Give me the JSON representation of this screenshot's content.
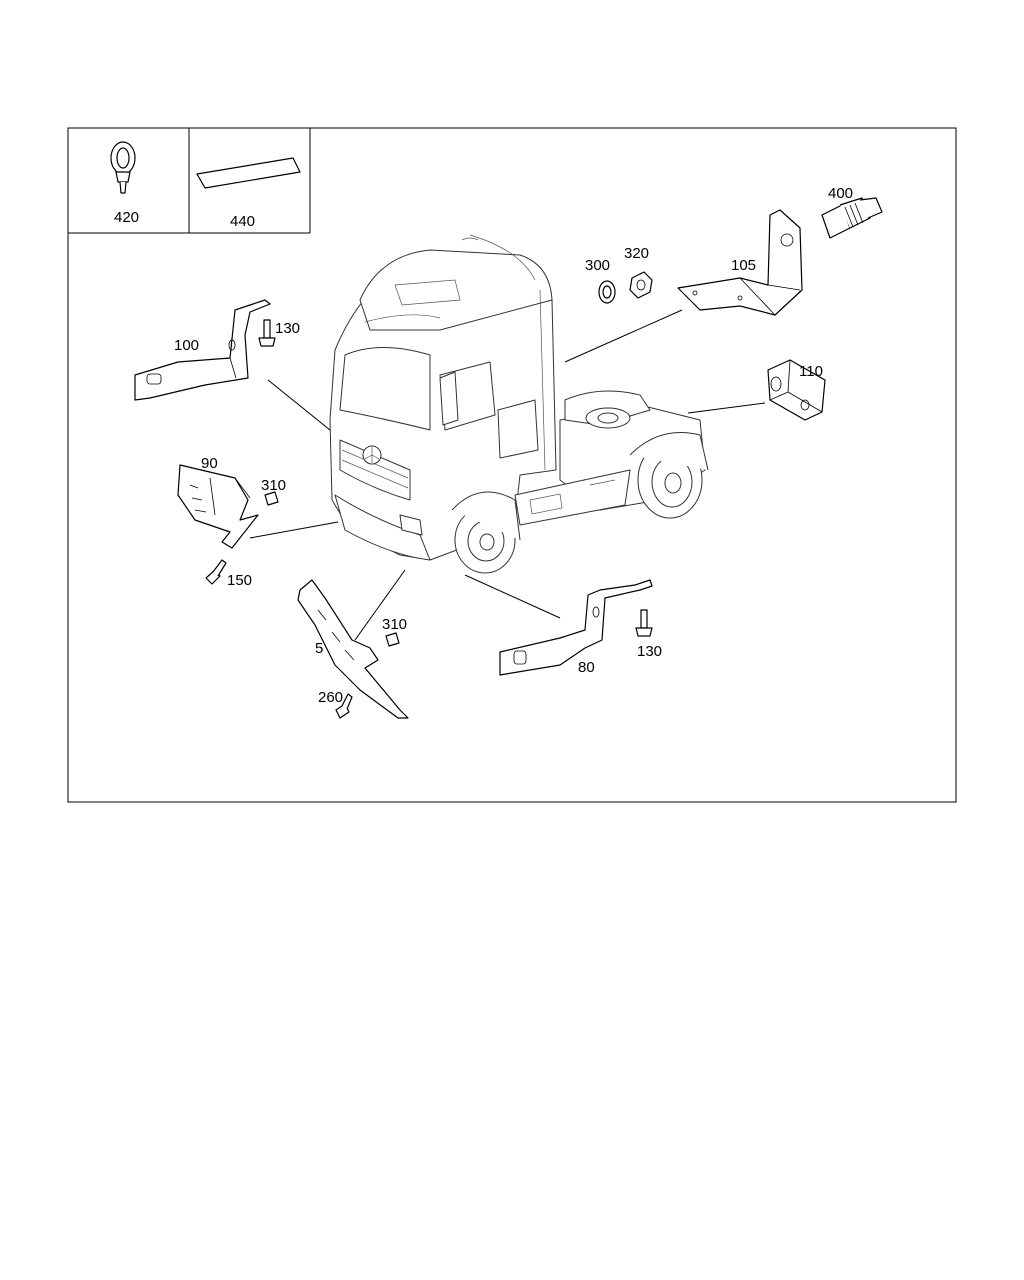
{
  "diagram": {
    "callouts": {
      "c420": "420",
      "c440": "440",
      "c400": "400",
      "c300": "300",
      "c320": "320",
      "c105": "105",
      "c130a": "130",
      "c100": "100",
      "c110": "110",
      "c90": "90",
      "c310a": "310",
      "c150": "150",
      "c310b": "310",
      "c5": "5",
      "c130b": "130",
      "c80": "80",
      "c260": "260"
    },
    "icons": {
      "cable_tie": "cable-tie-icon",
      "adhesive_strip": "adhesive-strip-icon",
      "truck": "truck-tractor-illustration"
    }
  }
}
